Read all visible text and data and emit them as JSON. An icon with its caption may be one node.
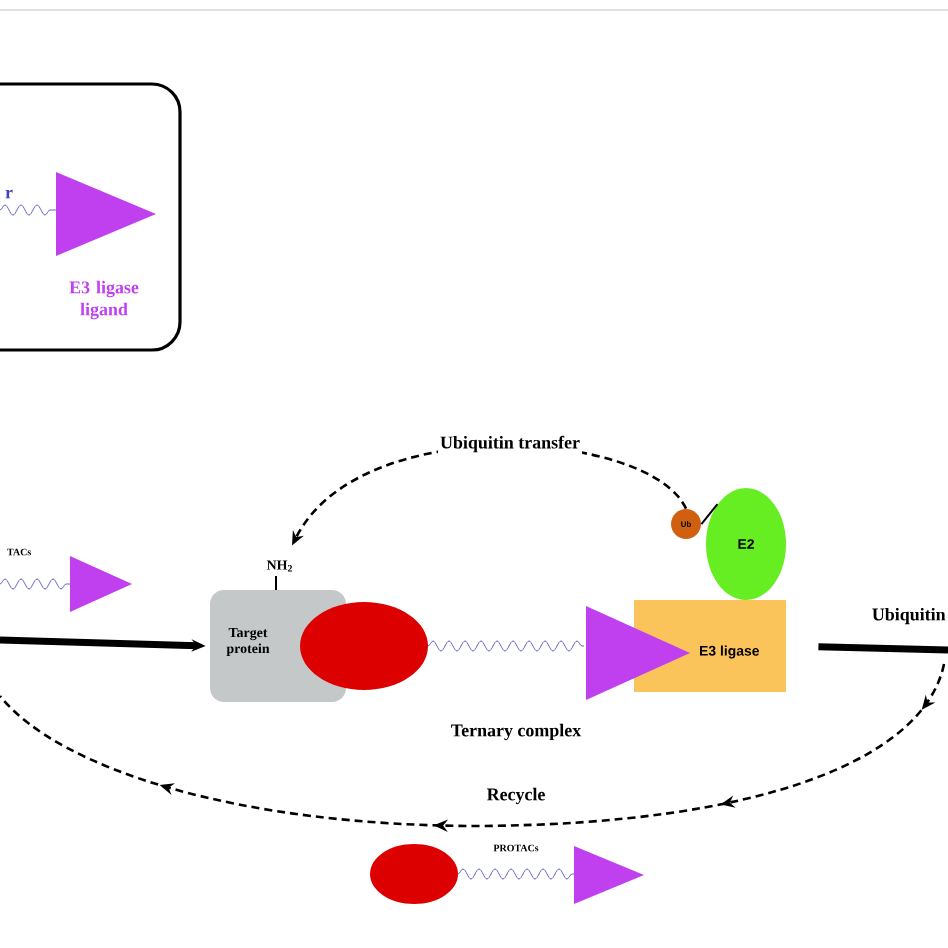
{
  "diagram": {
    "nodes": [
      {
        "text": [
          "r",
          "E3 ligase ligand"
        ]
      },
      {
        "text": [
          "TACs"
        ]
      },
      {
        "text": [
          "Target protein"
        ]
      },
      {
        "text": [
          "E3 ligase"
        ]
      },
      {
        "text": [
          "E2"
        ]
      },
      {
        "text": [
          "Ub"
        ]
      },
      {
        "text": [
          "PROTACs"
        ]
      }
    ],
    "edges": [
      {
        "from": null,
        "to": 2,
        "arrow": "to",
        "style": "thick"
      },
      {
        "from": 5,
        "to": 2,
        "arrow": "to",
        "style": "dashed",
        "label": "Ubiquitin transfer"
      },
      {
        "from": 3,
        "to": null,
        "arrow": "none",
        "style": "thick",
        "label": "Ubiquitin"
      },
      {
        "from": 5,
        "to": 4,
        "arrow": "none"
      }
    ],
    "labels": [
      "NH$_{2}$",
      "Ternary complex",
      "Recycle"
    ]
  }
}
